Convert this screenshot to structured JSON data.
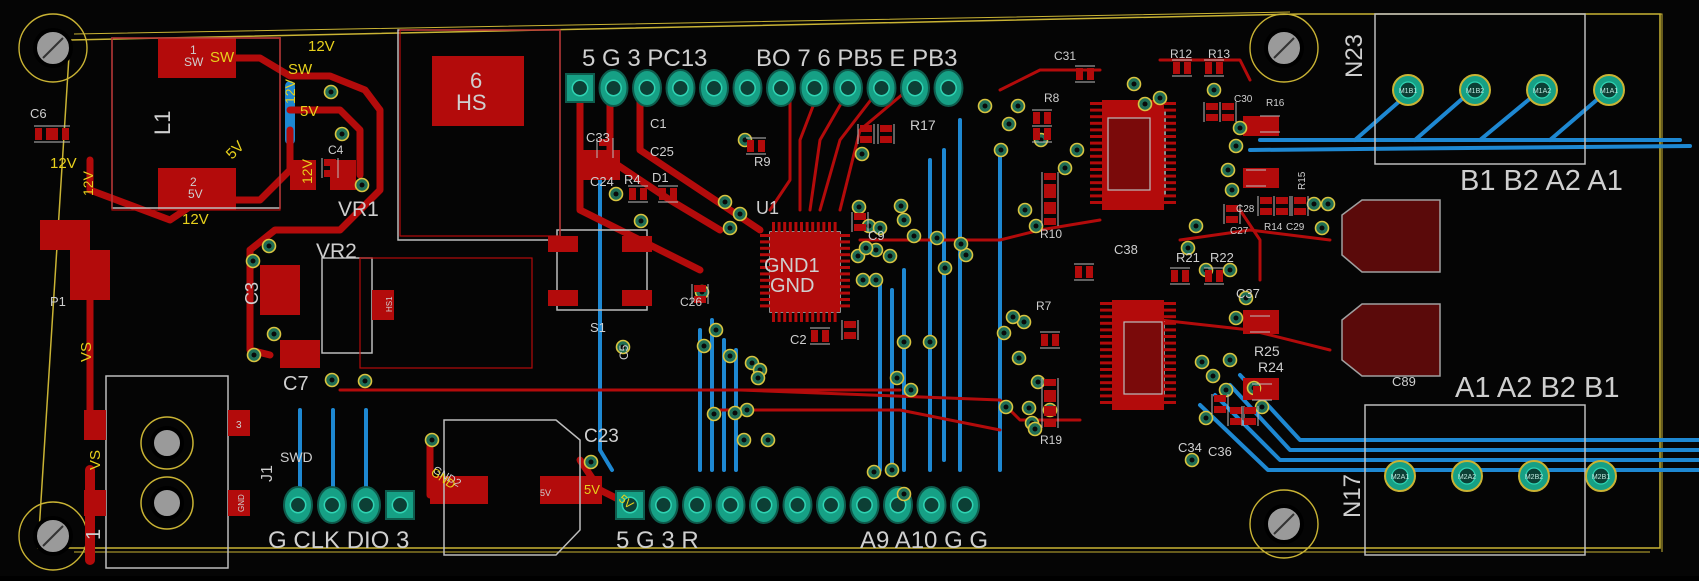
{
  "app": {
    "name": "PCB layout viewer"
  },
  "colors": {
    "background": "#000000",
    "outline": "#c9b334",
    "top_copper": "#b30b0b",
    "bottom_copper": "#1e88d2",
    "pad_ring": "#16a085",
    "silkscreen": "#cfcfcf",
    "net_label": "#e8d11c"
  },
  "header_top": {
    "left": "5 G 3 PC13",
    "right": "BO 7 6 PB5 E PB3"
  },
  "header_bottom": {
    "left": "5 G  3 R",
    "right": "A9 A10 G G"
  },
  "swd": {
    "refdes": "J1",
    "title": "SWD",
    "label": "G CLK DIO 3"
  },
  "motor1": {
    "refdes": "N23",
    "label": "B1 B2 A2 A1",
    "pins": [
      "M1B1",
      "M1B2",
      "M1A2",
      "M1A1"
    ]
  },
  "motor2": {
    "refdes": "N17",
    "label": "A1 A2 B2 B1",
    "pins": [
      "M2A1",
      "M2A2",
      "M2B2",
      "M2B1"
    ]
  },
  "power_terminal": {
    "refdes": "1",
    "pin_label": "VS",
    "pin_num": "3",
    "gnd": "GND"
  },
  "components": {
    "L1": "L1",
    "VR1": "VR1",
    "VR2": "VR2",
    "C3": "C3",
    "C4": "C4",
    "C6": "C6",
    "C7": "C7",
    "C23": "C23",
    "C31": "C31",
    "C37": "C37",
    "C38": "C38",
    "C89": "C89",
    "C33": "C33",
    "C24": "C24",
    "R4": "R4",
    "D1": "D1",
    "C1": "C1",
    "C25": "C25",
    "R9": "R9",
    "R17": "R17",
    "R13": "R13",
    "R12": "R12",
    "R21": "R21",
    "R22": "R22",
    "R25": "R25",
    "R24": "R24",
    "R16": "R16",
    "R14": "R14",
    "R15": "R15",
    "R19": "R19",
    "R7": "R7",
    "R8": "R8",
    "R10": "R10",
    "C28": "C28",
    "C27": "C27",
    "C29": "C29",
    "C30": "C30",
    "C34": "C34",
    "C36": "C36",
    "C9": "C9",
    "C26": "C26",
    "C2": "C2",
    "U1": "U1",
    "S1": "S1",
    "C5": "C5",
    "P1": "P1",
    "HS_pin": "6",
    "HS_name": "HS",
    "gnd1": "GND1",
    "gnd": "GND",
    "sw1": "SW",
    "sw_pin1": "1",
    "sw_pin2": "2",
    "five_v": "5V",
    "twelve_v": "12V",
    "gnd2": "GND2",
    "hs1": "HS1"
  },
  "net_labels": {
    "n12v_a": "12V",
    "n12v_b": "12V",
    "n12v_c": "12V",
    "n12v_d": "12V",
    "n12v_e": "12V",
    "nsw_a": "SW",
    "nsw_b": "SW",
    "n5v_a": "5V",
    "n5v_b": "5V",
    "n5v_c": "5V",
    "n5v_d": "5V",
    "nvs_a": "VS",
    "nvs_b": "VS",
    "ngnd": "GND",
    "n5v_e": "5V",
    "n5v_u": "5V"
  }
}
